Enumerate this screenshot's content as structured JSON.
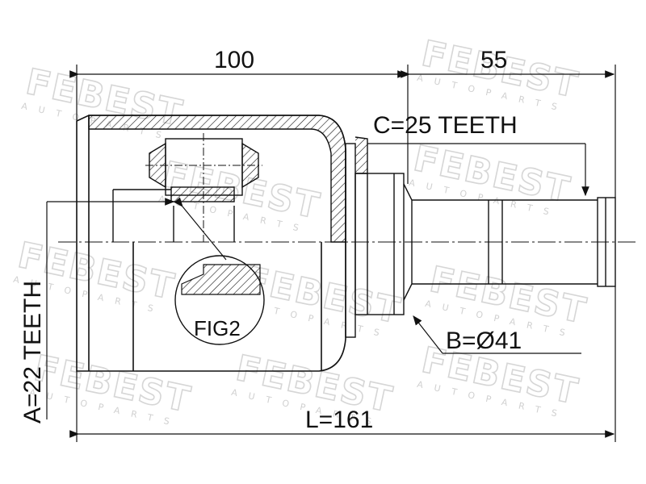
{
  "dimensions": {
    "length_joint": "100",
    "length_shaft": "55",
    "total_length": "L=161",
    "teeth_outer": "C=25 TEETH",
    "teeth_inner": "A=22 TEETH",
    "seal_diameter": "B=Ø41"
  },
  "detail_label": "FIG2",
  "watermark": {
    "brand": "FEBEST",
    "subtitle": "AUTOPARTS"
  },
  "colors": {
    "line": "#111111",
    "watermark": "#d6d6d6"
  }
}
